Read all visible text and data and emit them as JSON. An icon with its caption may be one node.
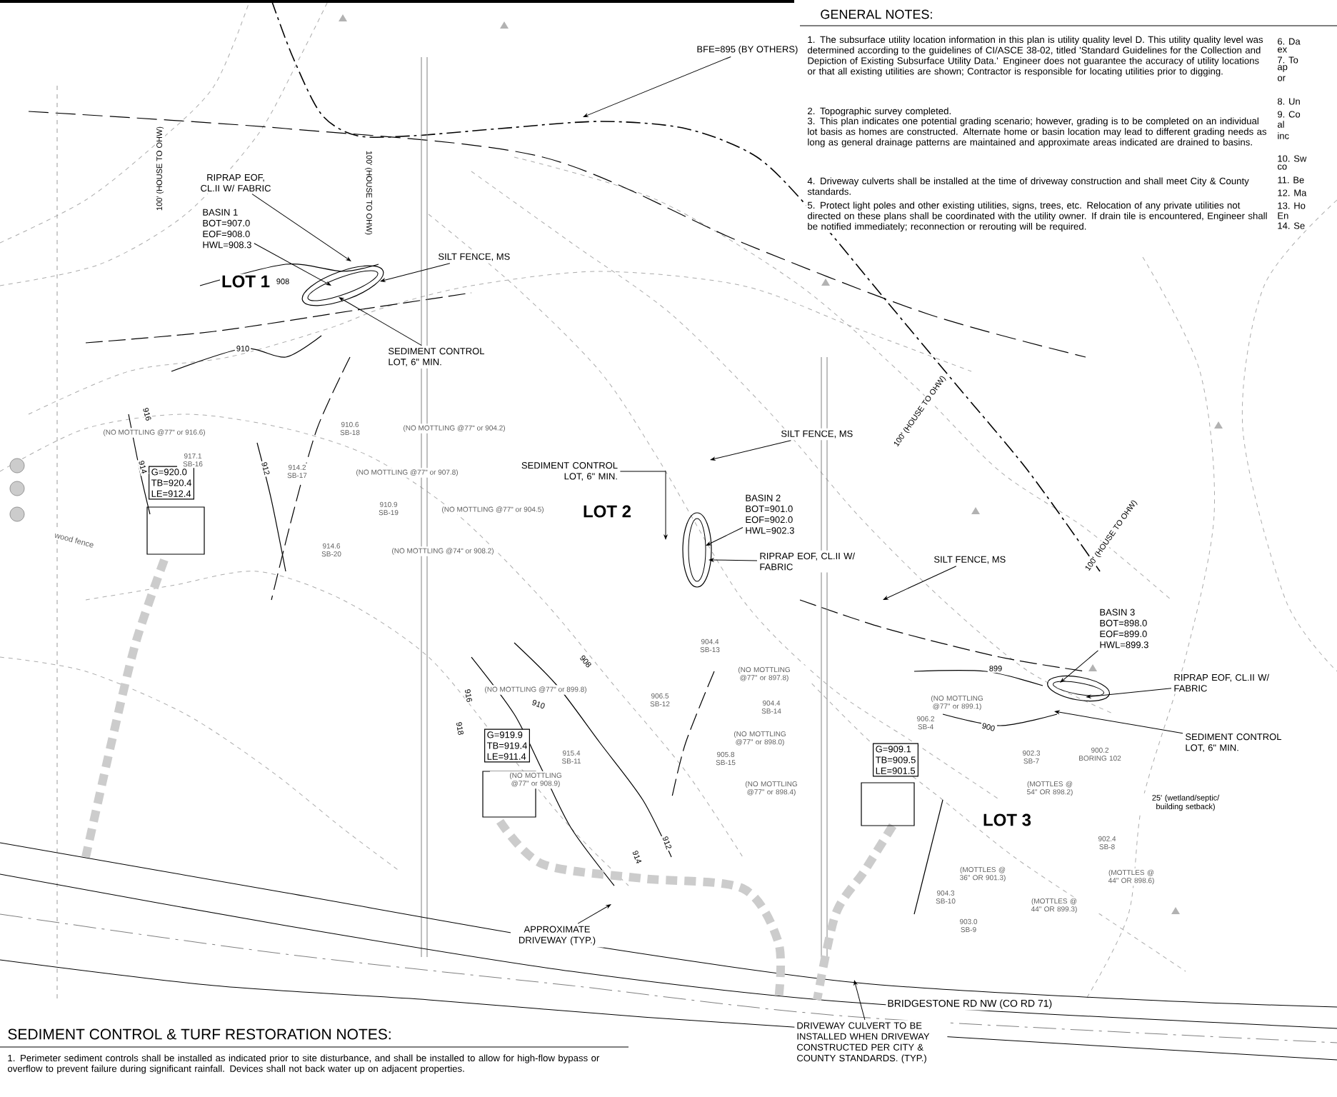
{
  "diagram": {
    "nodes": [
      {
        "text": [
          "BFE=895 (BY OTHERS)"
        ]
      },
      {
        "text": [
          "RIPRAP EOF, CL.II W/ FABRIC"
        ]
      },
      {
        "text": [
          "BASIN 1",
          "BOT=907.0",
          "EOF=908.0",
          "HWL=908.3"
        ]
      },
      {
        "text": [
          "SILT FENCE, MS"
        ]
      },
      {
        "text": [
          "SEDIMENT CONTROL LOT, 6\" MIN."
        ]
      },
      {
        "text": [
          "SEDIMENT CONTROL LOT, 6\" MIN."
        ]
      },
      {
        "text": [
          "SILT FENCE, MS"
        ]
      },
      {
        "text": [
          "BASIN 2",
          "BOT=901.0",
          "EOF=902.0",
          "HWL=902.3"
        ]
      },
      {
        "text": [
          "RIPRAP EOF, CL.II W/ FABRIC"
        ]
      },
      {
        "text": [
          "SILT FENCE, MS"
        ]
      },
      {
        "text": [
          "BASIN 3",
          "BOT=898.0",
          "EOF=899.0",
          "HWL=899.3"
        ]
      },
      {
        "text": [
          "RIPRAP EOF, CL.II W/ FABRIC"
        ]
      },
      {
        "text": [
          "SEDIMENT CONTROL LOT, 6\" MIN."
        ]
      },
      {
        "text": [
          "APPROXIMATE DRIVEWAY (TYP.)"
        ]
      },
      {
        "text": [
          "DRIVEWAY CULVERT TO BE INSTALLED WHEN DRIVEWAY CONSTRUCTED PER CITY & COUNTY STANDARDS. (TYP.)"
        ]
      },
      {
        "text": [
          "G=920.0",
          "TB=920.4",
          "LE=912.4"
        ]
      },
      {
        "text": [
          "G=919.9",
          "TB=919.4",
          "LE=911.4"
        ]
      },
      {
        "text": [
          "G=909.1",
          "TB=909.5",
          "LE=901.5"
        ]
      }
    ],
    "edges": [
      {
        "from": 0,
        "to": null,
        "arrow": "to"
      },
      {
        "from": 1,
        "to": null,
        "arrow": "to"
      },
      {
        "from": 2,
        "to": null,
        "arrow": "to"
      },
      {
        "from": 3,
        "to": null,
        "arrow": "to"
      },
      {
        "from": 4,
        "to": null,
        "arrow": "to"
      },
      {
        "from": 5,
        "to": null,
        "arrow": "to"
      },
      {
        "from": 6,
        "to": null,
        "arrow": "to"
      },
      {
        "from": 7,
        "to": null,
        "arrow": "to"
      },
      {
        "from": 8,
        "to": null,
        "arrow": "to"
      },
      {
        "from": 9,
        "to": null,
        "arrow": "to"
      },
      {
        "from": 10,
        "to": null,
        "arrow": "to"
      },
      {
        "from": 11,
        "to": null,
        "arrow": "to"
      },
      {
        "from": 12,
        "to": null,
        "arrow": "to"
      },
      {
        "from": 13,
        "to": null,
        "arrow": "to"
      },
      {
        "from": 14,
        "to": null,
        "arrow": "to"
      }
    ],
    "labels": [
      "GENERAL NOTES:",
      "1. The subsurface utility location information in this plan is utility quality level D. This utility quality level was determined according to the guidelines of CI/ASCE 38-02, titled 'Standard Guidelines for the Collection and Depiction of Existing Subsurface Utility Data.' Engineer does not guarantee the accuracy of utility locations or that all existing utilities are shown; Contractor is responsible for locating utilities prior to digging.",
      "2. Topographic survey completed.",
      "3. This plan indicates one potential grading scenario; however, grading is to be completed on an individual lot basis as homes are constructed. Alternate home or basin location may lead to different grading needs as long as general drainage patterns are maintained and approximate areas indicated are drained to basins.",
      "4. Driveway culverts shall be installed at the time of driveway construction and shall meet City & County standards.",
      "5. Protect light poles and other existing utilities, signs, trees, etc. Relocation of any private utilities not directed on these plans shall be coordinated with the utility owner. If drain tile is encountered, Engineer shall be notified immediately; reconnection or rerouting will be required.",
      "6. Da",
      "ex",
      "7. To",
      "ap",
      "or",
      "8. Un",
      "9. Co",
      "al",
      "inc",
      "10. Sw",
      "co",
      "11. Be",
      "12. Ma",
      "13. Ho",
      "En",
      "14. Se",
      "LOT 1",
      "LOT 2",
      "LOT 3",
      "100' (HOUSE TO OHW)",
      "100' (HOUSE TO OHW)",
      "100' (HOUSE TO OHW)",
      "100' (HOUSE TO OHW)",
      "910",
      "908",
      "912",
      "914",
      "916",
      "908",
      "910",
      "916",
      "918",
      "914",
      "912",
      "899",
      "900",
      "(NO MOTTLING @77\" or 916.6)",
      "917.1 SB-16",
      "910.6 SB-18",
      "(NO MOTTLING @77\" or 904.2)",
      "914.2 SB-17",
      "(NO MOTTLING @77\" or 907.8)",
      "910.9 SB-19",
      "(NO MOTTLING @77\" or 904.5)",
      "914.6 SB-20",
      "(NO MOTTLING @74\" or 908.2)",
      "904.4 SB-13",
      "(NO MOTTLING @77\" or 897.8)",
      "(NO MOTTLING @77\" or 899.8)",
      "906.5 SB-12",
      "904.4 SB-14",
      "(NO MOTTLING @77\" or 898.0)",
      "915.4 SB-11",
      "(NO MOTTLING @77\" or 908.9)",
      "905.8 SB-15",
      "(NO MOTTLING @77\" or 898.4)",
      "(NO MOTTLING @77\" or 899.1)",
      "906.2 SB-4",
      "900.2 BORING 102",
      "902.3 SB-7",
      "(MOTTLES @ 54\" OR 898.2)",
      "902.4 SB-8",
      "(MOTTLES @ 36\" OR 901.3)",
      "(MOTTLES @ 44\" OR 898.6)",
      "904.3 SB-10",
      "(MOTTLES @ 44\" OR 899.3)",
      "903.0 SB-9",
      "25' (wetland/septic/ building setback)",
      "wood fence",
      "BRIDGESTONE RD NW (CO RD 71)",
      "SEDIMENT CONTROL & TURF RESTORATION NOTES:",
      "1. Perimeter sediment controls shall be installed as indicated prior to site disturbance, and shall be installed to allow for high-flow bypass or overflow to prevent failure during significant rainfall. Devices shall not back water up on adjacent properties."
    ]
  }
}
